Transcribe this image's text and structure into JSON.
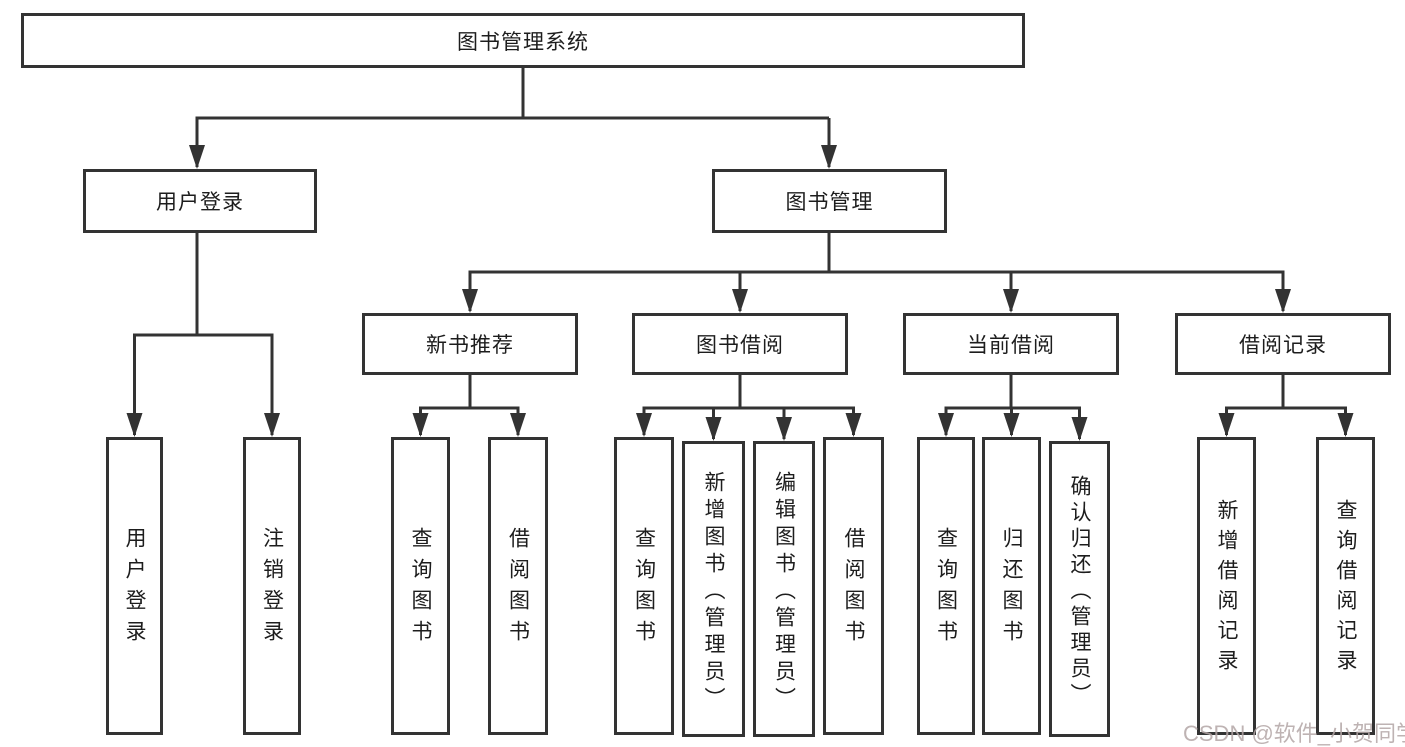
{
  "diagram": {
    "tree": {
      "root": "图书管理系统",
      "branches": [
        {
          "label": "用户登录",
          "children": [
            {
              "label": "用户登录"
            },
            {
              "label": "注销登录"
            }
          ]
        },
        {
          "label": "图书管理",
          "groups": [
            {
              "label": "新书推荐",
              "children": [
                {
                  "label": "查询图书"
                },
                {
                  "label": "借阅图书"
                }
              ]
            },
            {
              "label": "图书借阅",
              "children": [
                {
                  "label": "查询图书"
                },
                {
                  "label": "新增图书（管理员）"
                },
                {
                  "label": "编辑图书（管理员）"
                },
                {
                  "label": "借阅图书"
                }
              ]
            },
            {
              "label": "当前借阅",
              "children": [
                {
                  "label": "查询图书"
                },
                {
                  "label": "归还图书"
                },
                {
                  "label": "确认归还（管理员）"
                }
              ]
            },
            {
              "label": "借阅记录",
              "children": [
                {
                  "label": "新增借阅记录"
                },
                {
                  "label": "查询借阅记录"
                }
              ]
            }
          ]
        }
      ]
    },
    "watermark": "CSDN @软件_小贺同学",
    "colors": {
      "line": "#333333",
      "box_border": "#333333",
      "text": "#1d1d1d",
      "watermark": "#b3a6a6",
      "background": "#ffffff"
    }
  }
}
